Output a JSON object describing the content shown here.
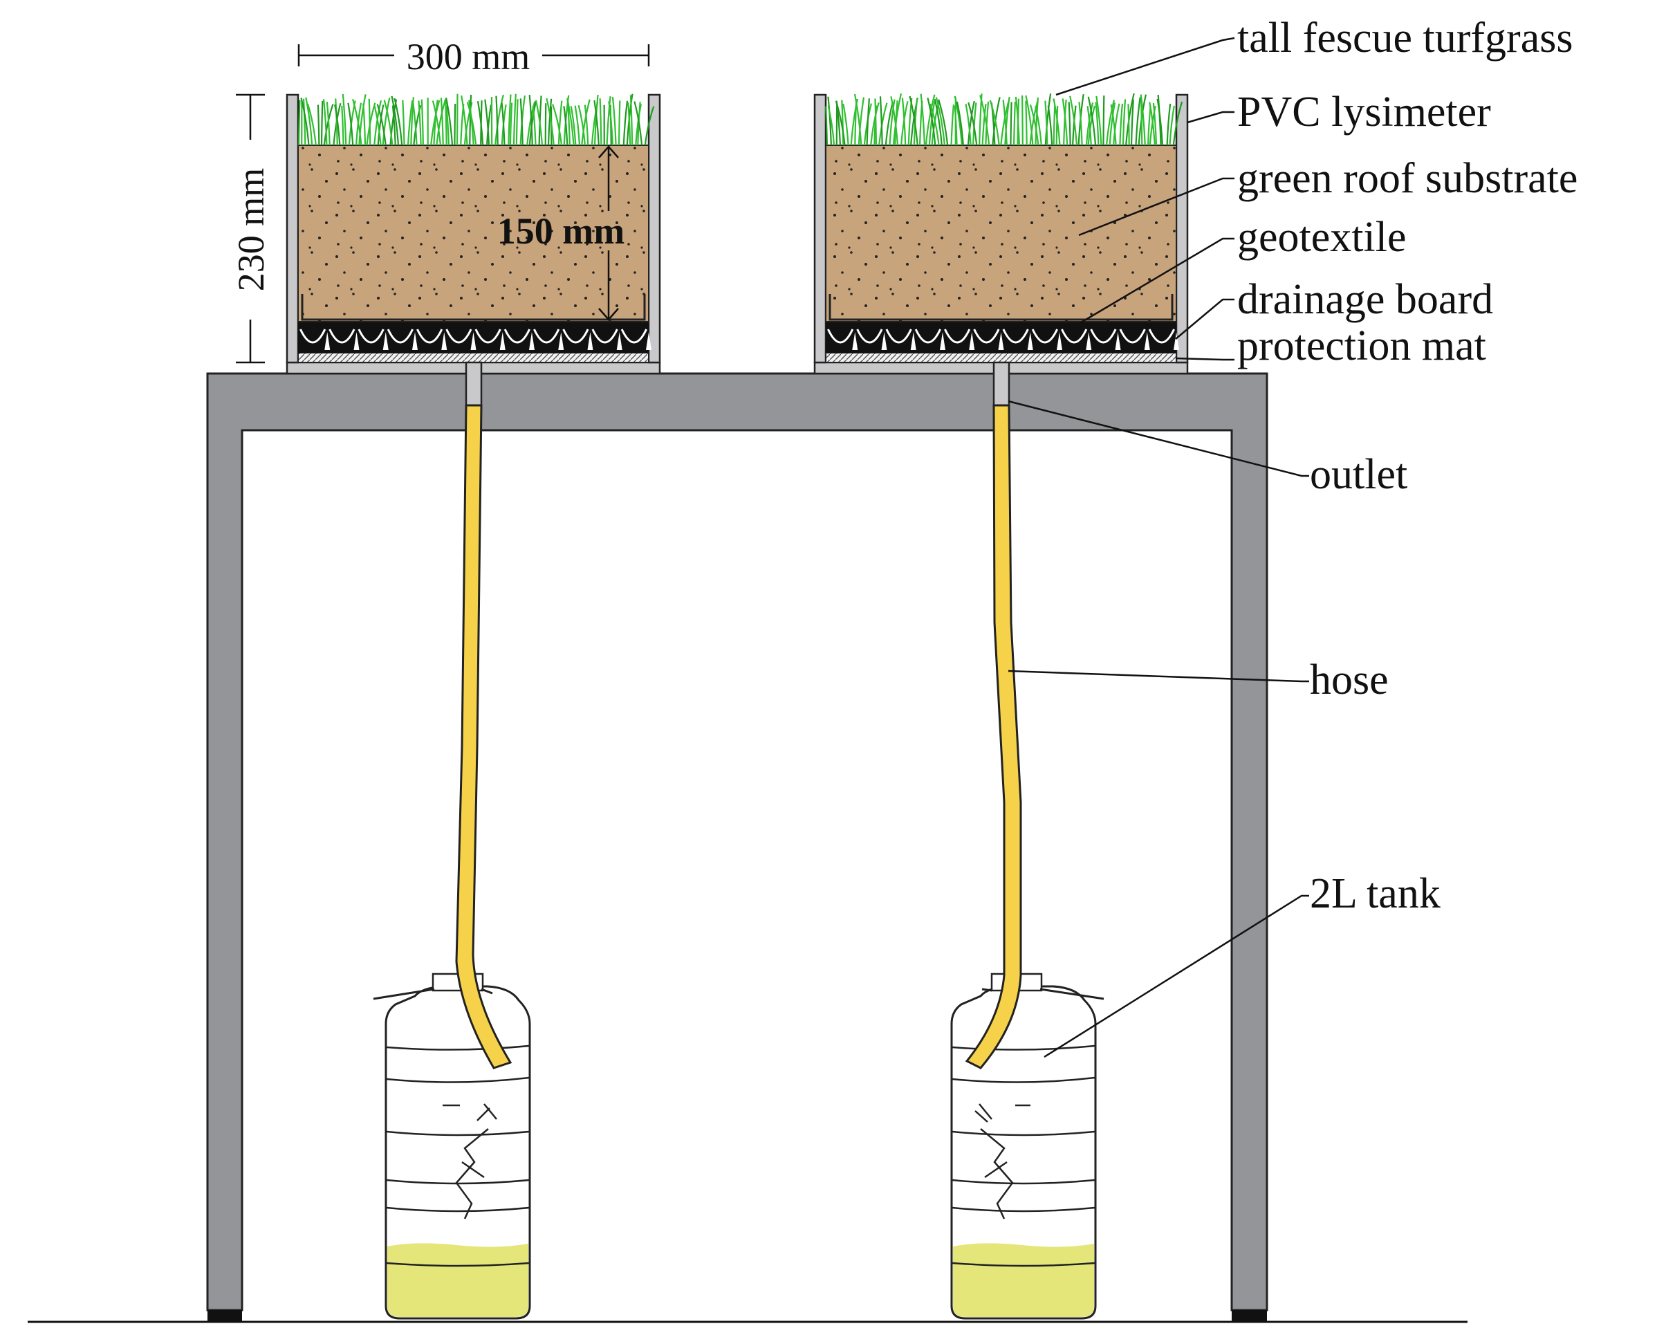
{
  "labels": {
    "grass": "tall fescue turfgrass",
    "lysimeter": "PVC lysimeter",
    "substrate": "green roof substrate",
    "geotextile": "geotextile",
    "drainage": "drainage board",
    "protection": "protection mat",
    "outlet": "outlet",
    "hose": "hose",
    "tank": "2L tank"
  },
  "dimensions": {
    "width": "300 mm",
    "height": "230 mm",
    "substrate_depth": "150 mm"
  },
  "colors": {
    "frame": "#939598",
    "substrate": "#c8a47c",
    "grass": "#2fbf2f",
    "hose": "#f5d24a",
    "water": "#e4e67a",
    "wall": "#c9c9cb"
  }
}
